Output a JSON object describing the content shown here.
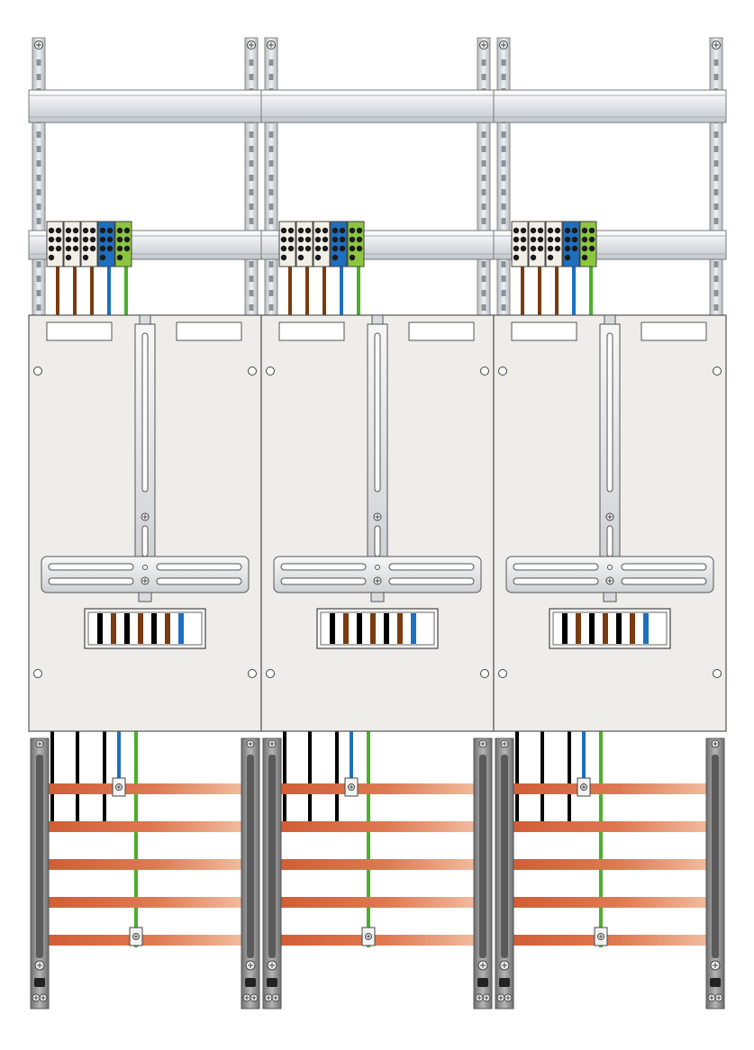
{
  "fields": [
    {
      "id": "field-1"
    },
    {
      "id": "field-2"
    },
    {
      "id": "field-3"
    }
  ],
  "terminal_colors": [
    "#f2efe6",
    "#f2efe6",
    "#f2efe6",
    "#1f6fbf",
    "#8cc63f"
  ],
  "upper_wire_colors": [
    "#7a3b10",
    "#7a3b10",
    "#7a3b10",
    "#1f6fbf",
    "#4caf2a"
  ],
  "strip_colors": [
    "#000000",
    "#7a3b10",
    "#000000",
    "#7a3b10",
    "#000000",
    "#7a3b10",
    "#1f6fbf"
  ],
  "lower_wire_colors": [
    "#000000",
    "#000000",
    "#000000",
    "#1f6fbf",
    "#4caf2a"
  ],
  "busbar_count": 5,
  "colors": {
    "panel": "#efedea",
    "outline": "#555555",
    "rail": "#e6e9ec",
    "post": "#c9ccd0",
    "busbar": "#d8643c",
    "busbar_light": "#f0b797",
    "lower_post": "#8a8a8a"
  },
  "icons": {
    "screw": "screw-icon",
    "hole": "mounting-hole-icon"
  }
}
